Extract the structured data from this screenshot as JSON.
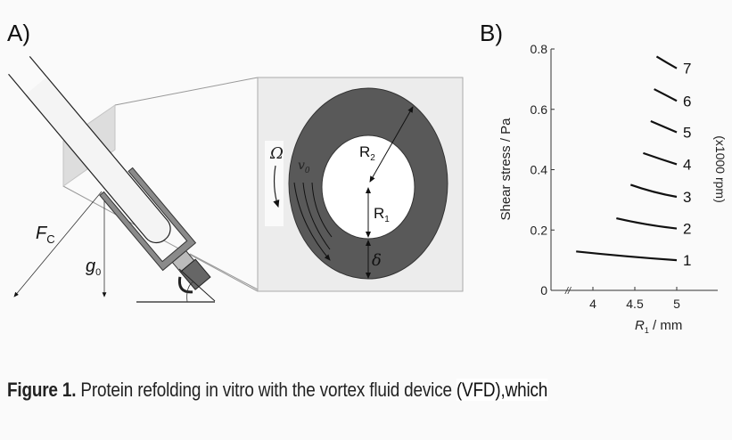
{
  "figure": {
    "panel_a_label": "A)",
    "panel_b_label": "B)",
    "diagram_labels": {
      "fc": "F",
      "fc_sub": "C",
      "g0": "g",
      "g0_sub": "0",
      "omega": "Ω",
      "v0": "v",
      "v0_sub": "0",
      "r2": "R",
      "r2_sub": "2",
      "r1": "R",
      "r1_sub": "1",
      "delta": "δ"
    },
    "colors": {
      "ring": "#595959",
      "box": "#ececec",
      "tube": "#f2f2f2",
      "holder": "#8a8a8a"
    }
  },
  "chart_data": {
    "type": "line",
    "title": "",
    "xlabel": "R",
    "xlabel_sub": "1",
    "xlabel_unit": " / mm",
    "ylabel": "Shear stress / Pa",
    "series_group_label": "(x1000 rpm)",
    "xlim": [
      3.6,
      5.5
    ],
    "ylim": [
      0,
      0.8
    ],
    "x_axis_break": true,
    "xticks": [
      4,
      4.5,
      5
    ],
    "xtick_labels": [
      "4",
      "4.5",
      "5"
    ],
    "yticks": [
      0,
      0.2,
      0.4,
      0.6,
      0.8
    ],
    "ytick_labels": [
      "0",
      "0.2",
      "0.4",
      "0.6",
      "0.8"
    ],
    "grid": false,
    "series": [
      {
        "name": "1",
        "x": [
          3.8,
          4.4,
          5.0
        ],
        "y": [
          0.129,
          0.113,
          0.1
        ]
      },
      {
        "name": "2",
        "x": [
          4.28,
          4.64,
          5.0
        ],
        "y": [
          0.239,
          0.219,
          0.205
        ]
      },
      {
        "name": "3",
        "x": [
          4.45,
          4.72,
          5.0
        ],
        "y": [
          0.35,
          0.327,
          0.31
        ]
      },
      {
        "name": "4",
        "x": [
          4.6,
          4.8,
          5.0
        ],
        "y": [
          0.455,
          0.436,
          0.418
        ]
      },
      {
        "name": "5",
        "x": [
          4.69,
          4.85,
          5.0
        ],
        "y": [
          0.561,
          0.542,
          0.524
        ]
      },
      {
        "name": "6",
        "x": [
          4.73,
          4.87,
          5.0
        ],
        "y": [
          0.667,
          0.647,
          0.628
        ]
      },
      {
        "name": "7",
        "x": [
          4.76,
          4.88,
          5.0
        ],
        "y": [
          0.775,
          0.755,
          0.736
        ]
      }
    ]
  },
  "caption": {
    "label": "Figure 1.",
    "text": " Protein refolding in vitro with the vortex fluid device ",
    "highlight": "(VFD),which"
  }
}
